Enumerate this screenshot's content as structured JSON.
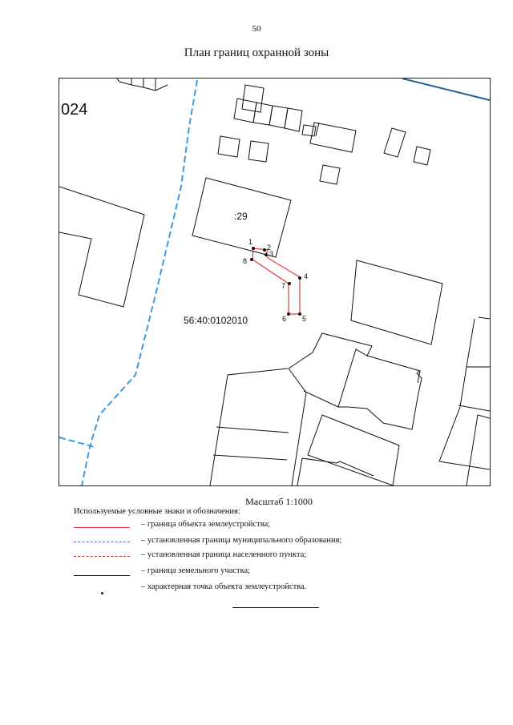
{
  "page": {
    "number": "50",
    "title": "План границ охранной зоны"
  },
  "map": {
    "labels": {
      "corner": "024",
      "parcel": ":29",
      "quarter": "56:40:0102010"
    },
    "points": [
      {
        "id": "1",
        "label": "1"
      },
      {
        "id": "2",
        "label": "2"
      },
      {
        "id": "3",
        "label": "3"
      },
      {
        "id": "4",
        "label": "4"
      },
      {
        "id": "5",
        "label": "5"
      },
      {
        "id": "6",
        "label": "6"
      },
      {
        "id": "7",
        "label": "7"
      },
      {
        "id": "8",
        "label": "8"
      }
    ],
    "colors": {
      "object_boundary": "#e23b3b",
      "municipal_boundary": "#3d9ae0",
      "settlement_boundary": "#b5302a",
      "parcel_boundary": "#111111",
      "road_line": "#1f5f8b"
    }
  },
  "scale": "Масштаб 1:1000",
  "legend": {
    "heading": "Используемые условные знаки и обозначения:",
    "items": [
      {
        "style": "red-line",
        "label": "– граница объекта землеустройства;"
      },
      {
        "style": "blue-dash-dot",
        "label": "– установленная граница муниципального образования;"
      },
      {
        "style": "red-dash-dot",
        "label": "– установленная граница населенного пункта;"
      },
      {
        "style": "black-line",
        "label": "– граница земельного участка;"
      },
      {
        "style": "point",
        "label": "– характерная точка объекта землеустройства."
      }
    ]
  }
}
